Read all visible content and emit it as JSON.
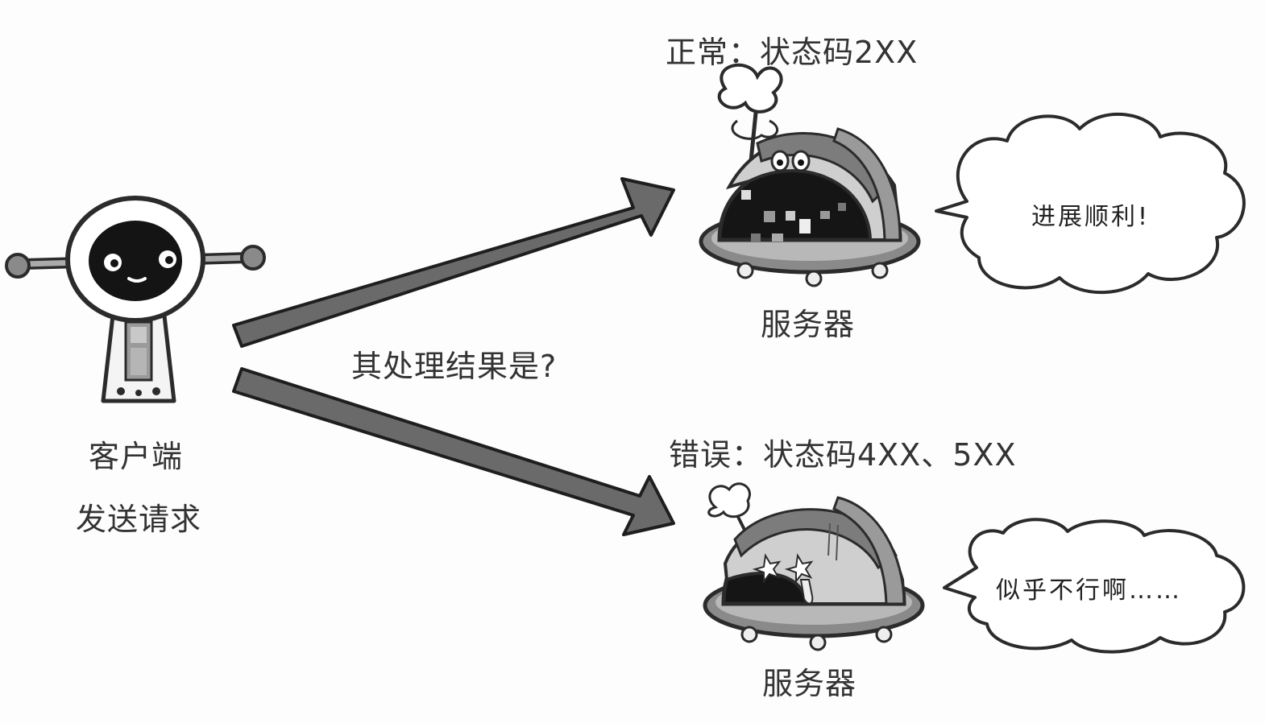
{
  "client": {
    "label": "客户端",
    "action": "发送请求"
  },
  "question": "其处理结果是?",
  "success": {
    "title": "正常：状态码2XX",
    "server_label": "服务器",
    "speech": "进展顺利!"
  },
  "error": {
    "title": "错误：状态码4XX、5XX",
    "server_label": "服务器",
    "speech": "似乎不行啊……"
  },
  "colors": {
    "ink": "#2b2b2b",
    "arrow_fill": "#6a6a6a",
    "dome_stripe_dark": "#7c7c7c",
    "dome_stripe_light": "#cfcfcf",
    "screen": "#151515",
    "bubble": "#ffffff"
  }
}
